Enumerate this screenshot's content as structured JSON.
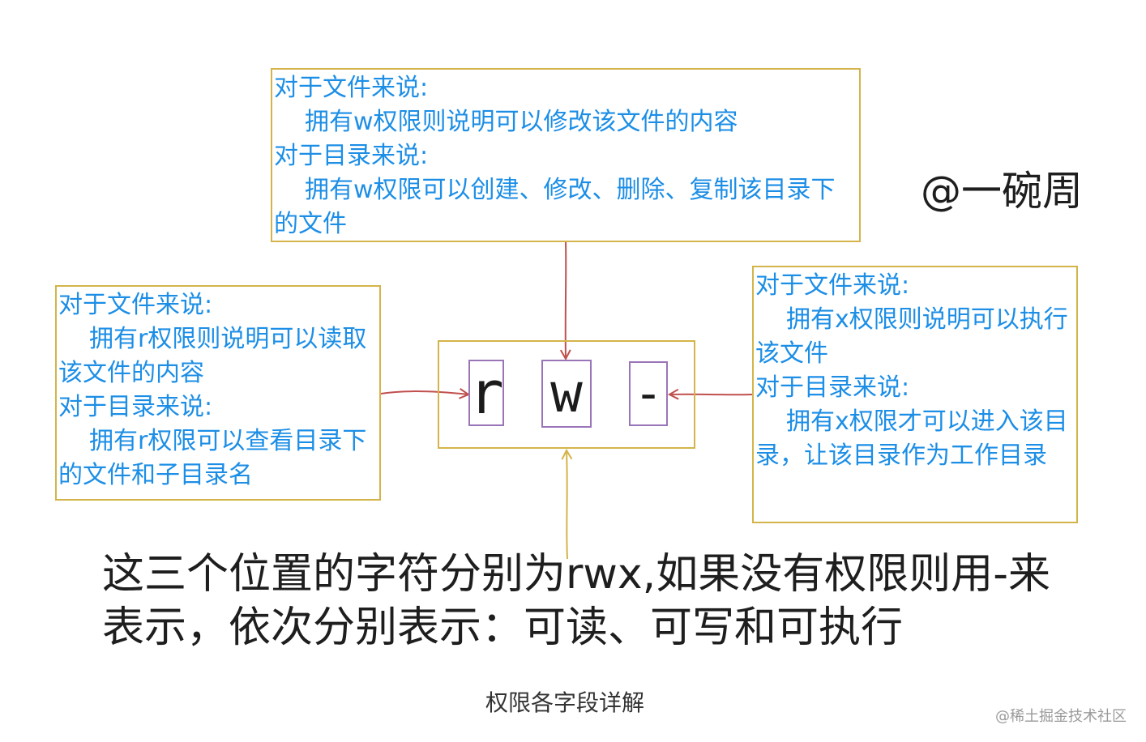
{
  "colors": {
    "box_border": "#d4b44a",
    "cell_border": "#9a74b8",
    "note_text": "#1c8ee6",
    "arrow_red": "#c0504d",
    "arrow_yellow": "#d4b44a",
    "main_text": "#1e1e1e"
  },
  "permissions": {
    "read": "r",
    "write": "w",
    "execute": "-"
  },
  "notes": {
    "write": {
      "file_heading": "对于文件来说:",
      "file_text": "拥有w权限则说明可以修改该文件的内容",
      "dir_heading": "对于目录来说:",
      "dir_text": "拥有w权限可以创建、修改、删除、复制该目录下的文件"
    },
    "read": {
      "file_heading": "对于文件来说:",
      "file_text": "拥有r权限则说明可以读取该文件的内容",
      "dir_heading": "对于目录来说:",
      "dir_text": "拥有r权限可以查看目录下的文件和子目录名"
    },
    "execute": {
      "file_heading": "对于文件来说:",
      "file_text": "拥有x权限则说明可以执行该文件",
      "dir_heading": "对于目录来说:",
      "dir_text": "拥有x权限才可以进入该目录，让该目录作为工作目录"
    }
  },
  "author": "@一碗周",
  "main_caption": "这三个位置的字符分别为rwx,如果没有权限则用-来表示，依次分别表示：可读、可写和可执行",
  "figure_caption": "权限各字段详解",
  "watermark": "@稀土掘金技术社区"
}
